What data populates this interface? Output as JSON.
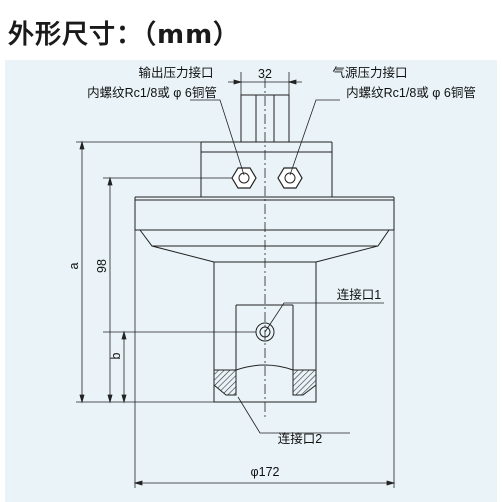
{
  "header": {
    "title": "外形尺寸：（mm）"
  },
  "labels": {
    "outlet_port": "输出压力接口",
    "outlet_thread": "内螺纹Rc1/8或 φ 6铜管",
    "supply_port": "气源压力接口",
    "supply_thread": "内螺纹Rc1/8或 φ 6铜管",
    "connect_1": "连接口1",
    "connect_2": "连接口2"
  },
  "dimensions": {
    "top_width": "32",
    "height_a": "a",
    "height_98": "98",
    "height_b": "b",
    "diameter": "φ172"
  },
  "colors": {
    "panel": "#e9f3f8",
    "line": "#222222",
    "leader": "#222222"
  }
}
